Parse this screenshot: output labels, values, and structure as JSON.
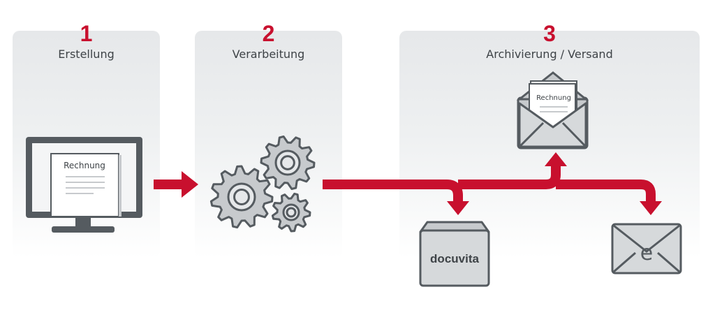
{
  "steps": [
    {
      "number": "1",
      "title": "Erstellung"
    },
    {
      "number": "2",
      "title": "Verarbeitung"
    },
    {
      "number": "3",
      "title": "Archivierung / Versand"
    }
  ],
  "monitor_doc_label": "Rechnung",
  "envelope_doc_label": "Rechnung",
  "archive_brand": "docuvita",
  "email_letter": "e",
  "colors": {
    "accent": "#c8102e",
    "icon_dark": "#555b60",
    "icon_light": "#c7cacd"
  }
}
